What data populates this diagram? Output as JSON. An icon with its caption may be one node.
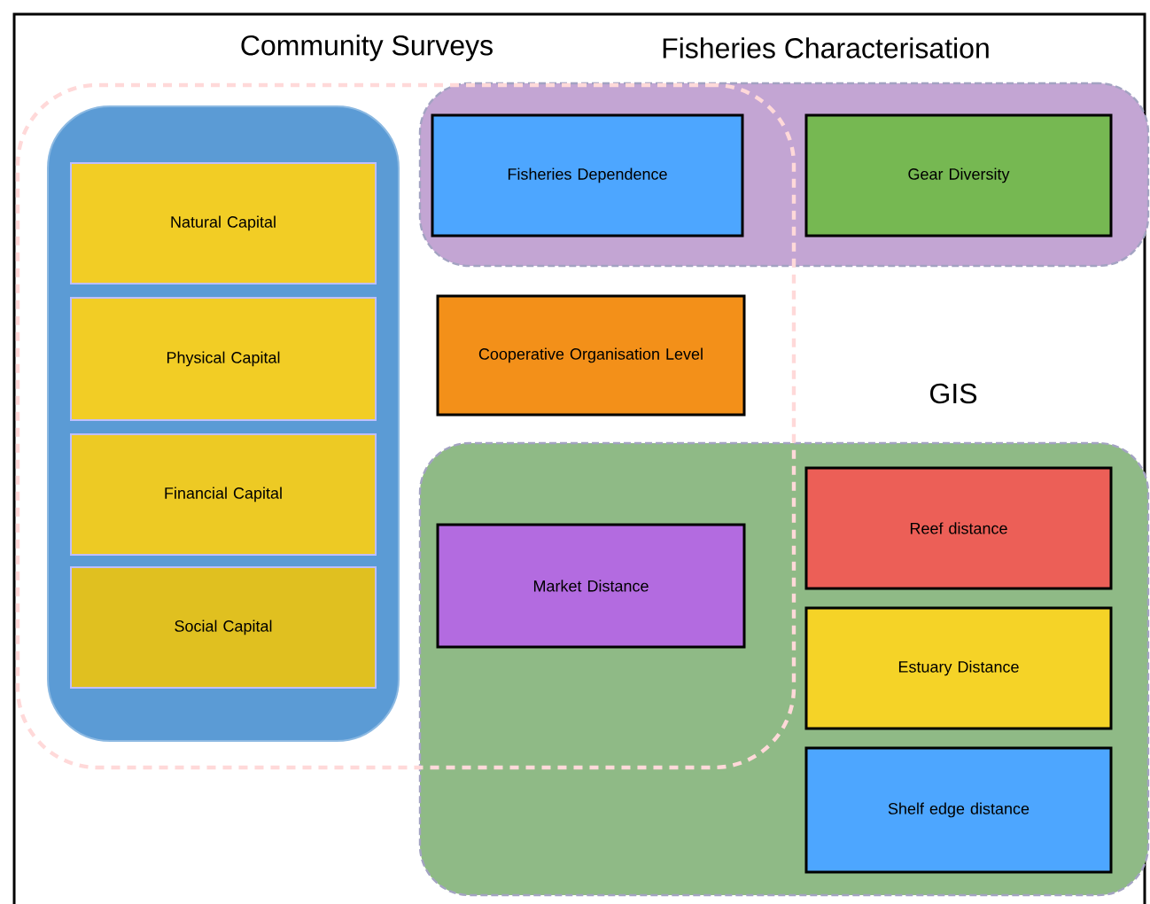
{
  "diagram": {
    "nodes": [
      {
        "text": [
          "Community Surveys"
        ]
      },
      {
        "text": [],
        "shape": "box",
        "in": 0
      },
      {
        "text": [
          "Natural Capital"
        ],
        "in": 1
      },
      {
        "text": [
          "Physical Capital"
        ],
        "in": 1
      },
      {
        "text": [
          "Financial Capital"
        ],
        "in": 1
      },
      {
        "text": [
          "Social Capital"
        ],
        "in": 1
      },
      {
        "text": [
          "Fisheries Characterisation"
        ]
      },
      {
        "text": [
          "Fisheries Dependence"
        ]
      },
      {
        "text": [
          "Gear Diversity"
        ],
        "in": 6
      },
      {
        "text": [
          "Cooperative Organisation Level"
        ],
        "in": 0
      },
      {
        "text": [
          "GIS"
        ]
      },
      {
        "text": [
          "Market Distance"
        ]
      },
      {
        "text": [
          "Reef distance"
        ],
        "in": 10
      },
      {
        "text": [
          "Estuary Distance"
        ],
        "in": 10
      },
      {
        "text": [
          "Shelf edge distance"
        ],
        "in": 10
      }
    ]
  }
}
